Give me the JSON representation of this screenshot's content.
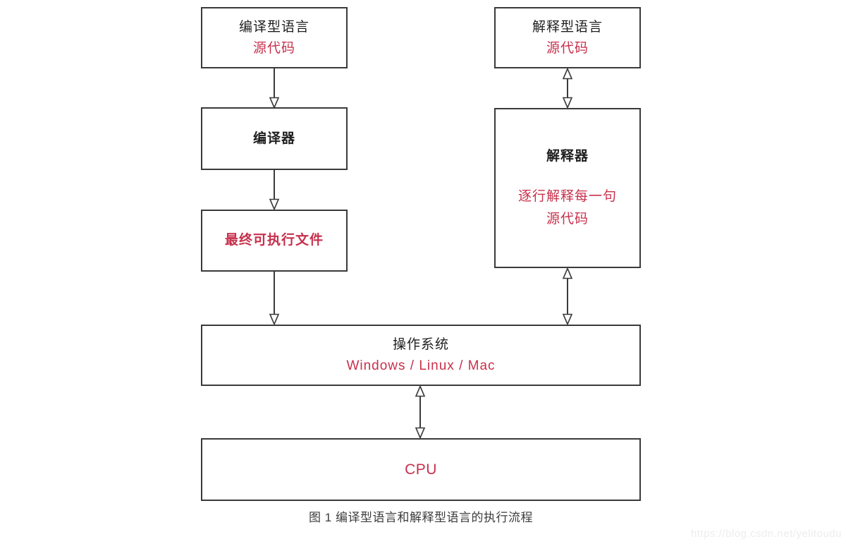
{
  "colors": {
    "accent_red": "#c7304c",
    "ink_black": "#1f1f1f",
    "box_border": "#3a3a3a",
    "caption_gray": "#3c3c3c",
    "watermark_gray": "#ededed"
  },
  "diagram": {
    "compiled": {
      "source_box": {
        "title": "编译型语言",
        "subtitle": "源代码"
      },
      "compiler_box": {
        "title": "编译器"
      },
      "executable_box": {
        "title": "最终可执行文件"
      }
    },
    "interpreted": {
      "source_box": {
        "title": "解释型语言",
        "subtitle": "源代码"
      },
      "interpreter_box": {
        "title": "解释器",
        "subtitle": "逐行解释每一句\n源代码"
      }
    },
    "os_box": {
      "title": "操作系统",
      "subtitle": "Windows / Linux / Mac"
    },
    "cpu_box": {
      "title": "CPU"
    }
  },
  "caption": "图 1 编译型语言和解释型语言的执行流程",
  "watermark": "https://blog.csdn.net/yelitoudu"
}
